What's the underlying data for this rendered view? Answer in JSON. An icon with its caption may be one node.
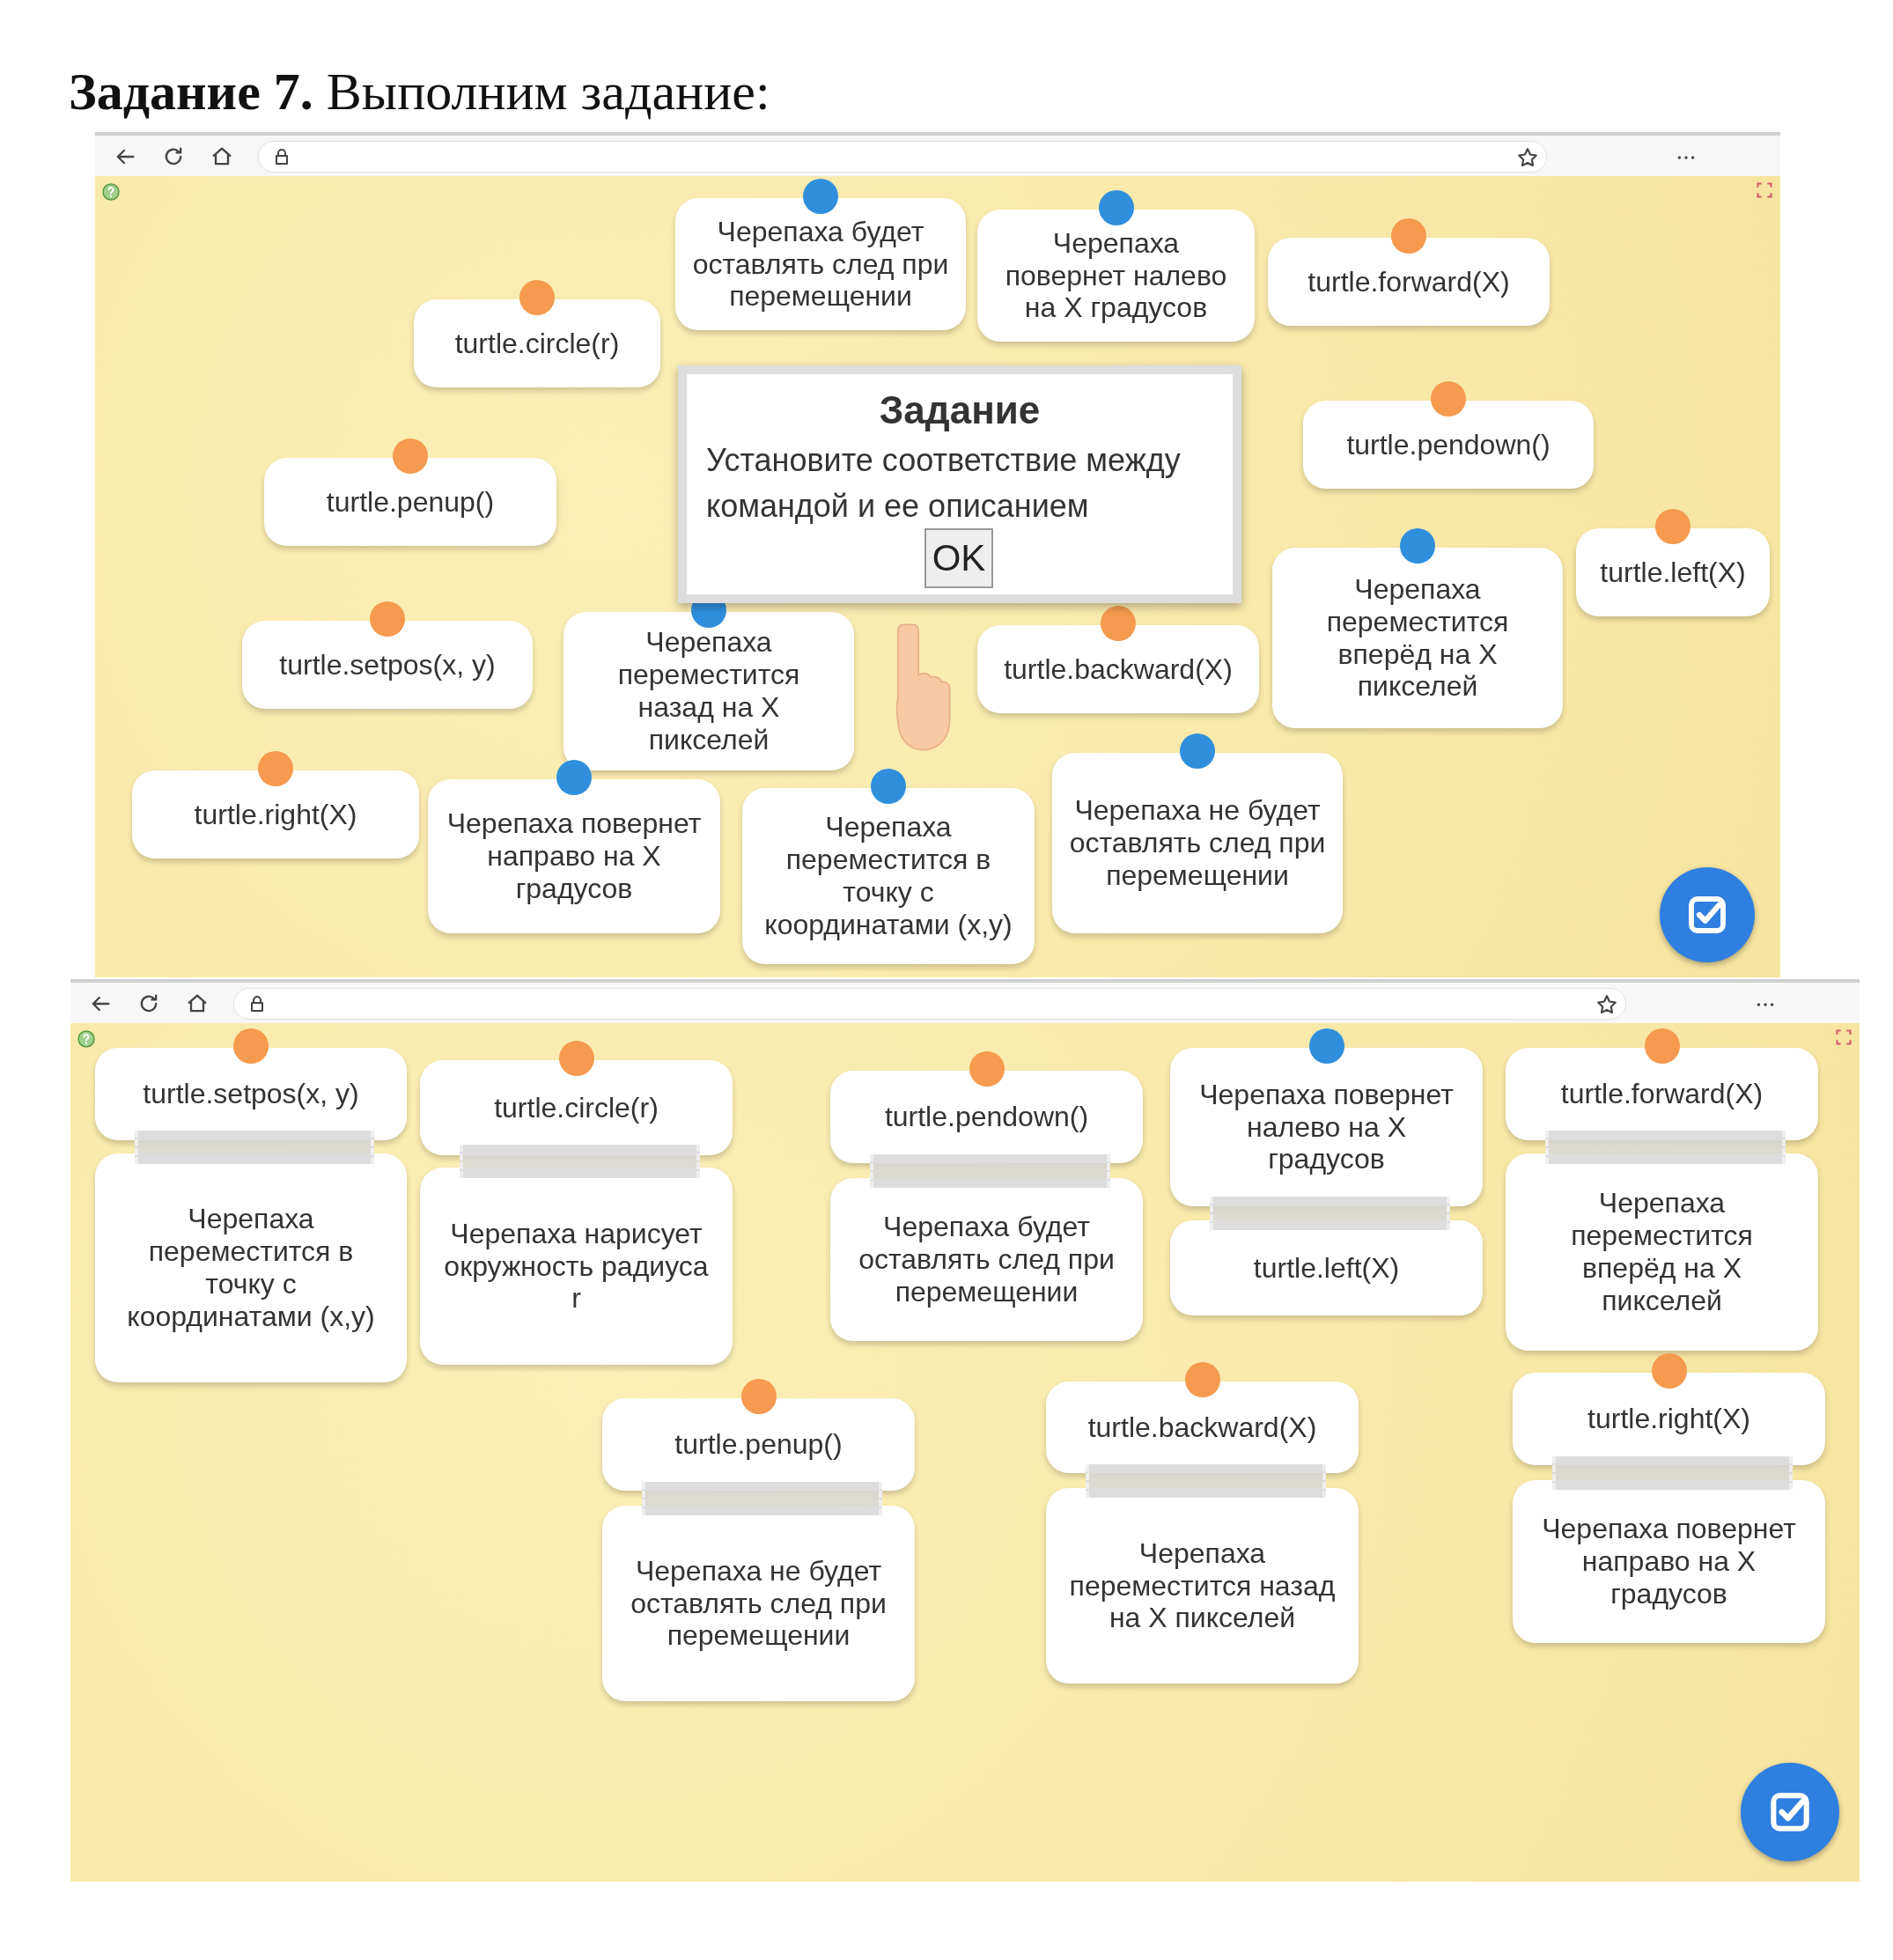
{
  "diagram": {
    "title": "**Задание 7.** Выполним задание:",
    "nodes": [
      {
        "text": [
          "Черепаха будет оставлять след при перемещении"
        ]
      },
      {
        "text": [
          "Черепаха повернет налево на X градусов"
        ]
      },
      {
        "text": [
          "turtle.forward(X)"
        ]
      },
      {
        "text": [
          "turtle.circle(r)"
        ]
      },
      {
        "text": [
          "Задание",
          "Установите соответствие между командой и ее описанием"
        ]
      },
      {
        "text": [
          "OK"
        ],
        "in": 4
      },
      {
        "text": [
          "turtle.left(X)"
        ]
      },
      {
        "text": [
          "turtle.pendown()"
        ]
      },
      {
        "text": [
          "turtle.penup()"
        ]
      },
      {
        "text": [
          "Черепаха переместится назад на X пикселей"
        ]
      },
      {
        "text": [
          "turtle.backward(X)"
        ]
      },
      {
        "text": [
          "Черепаха переместится вперёд на X пикселей"
        ]
      },
      {
        "text": [
          "turtle.setpos(x, y)"
        ]
      },
      {
        "text": [
          "turtle.right(X)"
        ]
      },
      {
        "text": [
          "Черепаха повернет направо на X градусов"
        ]
      },
      {
        "text": [
          "Черепаха переместится в точку с координатами (x,y)"
        ]
      },
      {
        "text": [
          "Черепаха не будет оставлять след при перемещении"
        ]
      },
      {
        "text": [
          "turtle.setpos(x, y)"
        ]
      },
      {
        "text": [
          "Черепаха переместится в точку с координатами (x,y)"
        ]
      },
      {
        "text": [
          "turtle.circle(r)"
        ]
      },
      {
        "text": [
          "Черепаха нарисует окружность радиуса r"
        ]
      },
      {
        "text": [
          "turtle.pendown()"
        ]
      },
      {
        "text": [
          "Черепаха будет оставлять след при перемещении"
        ]
      },
      {
        "text": [
          "Черепаха повернет налево на X градусов"
        ]
      },
      {
        "text": [
          "turtle.left(X)"
        ]
      },
      {
        "text": [
          "turtle.forward(X)"
        ]
      },
      {
        "text": [
          "Черепаха переместится вперёд на X пикселей"
        ]
      },
      {
        "text": [
          "turtle.penup()"
        ]
      },
      {
        "text": [
          "Черепаха не будет оставлять след при перемещении"
        ]
      },
      {
        "text": [
          "turtle.backward(X)"
        ]
      },
      {
        "text": [
          "Черепаха переместится назад на X пикселей"
        ]
      },
      {
        "text": [
          "turtle.right(X)"
        ]
      },
      {
        "text": [
          "Черепаха повернет направо на X градусов"
        ]
      }
    ]
  }
}
